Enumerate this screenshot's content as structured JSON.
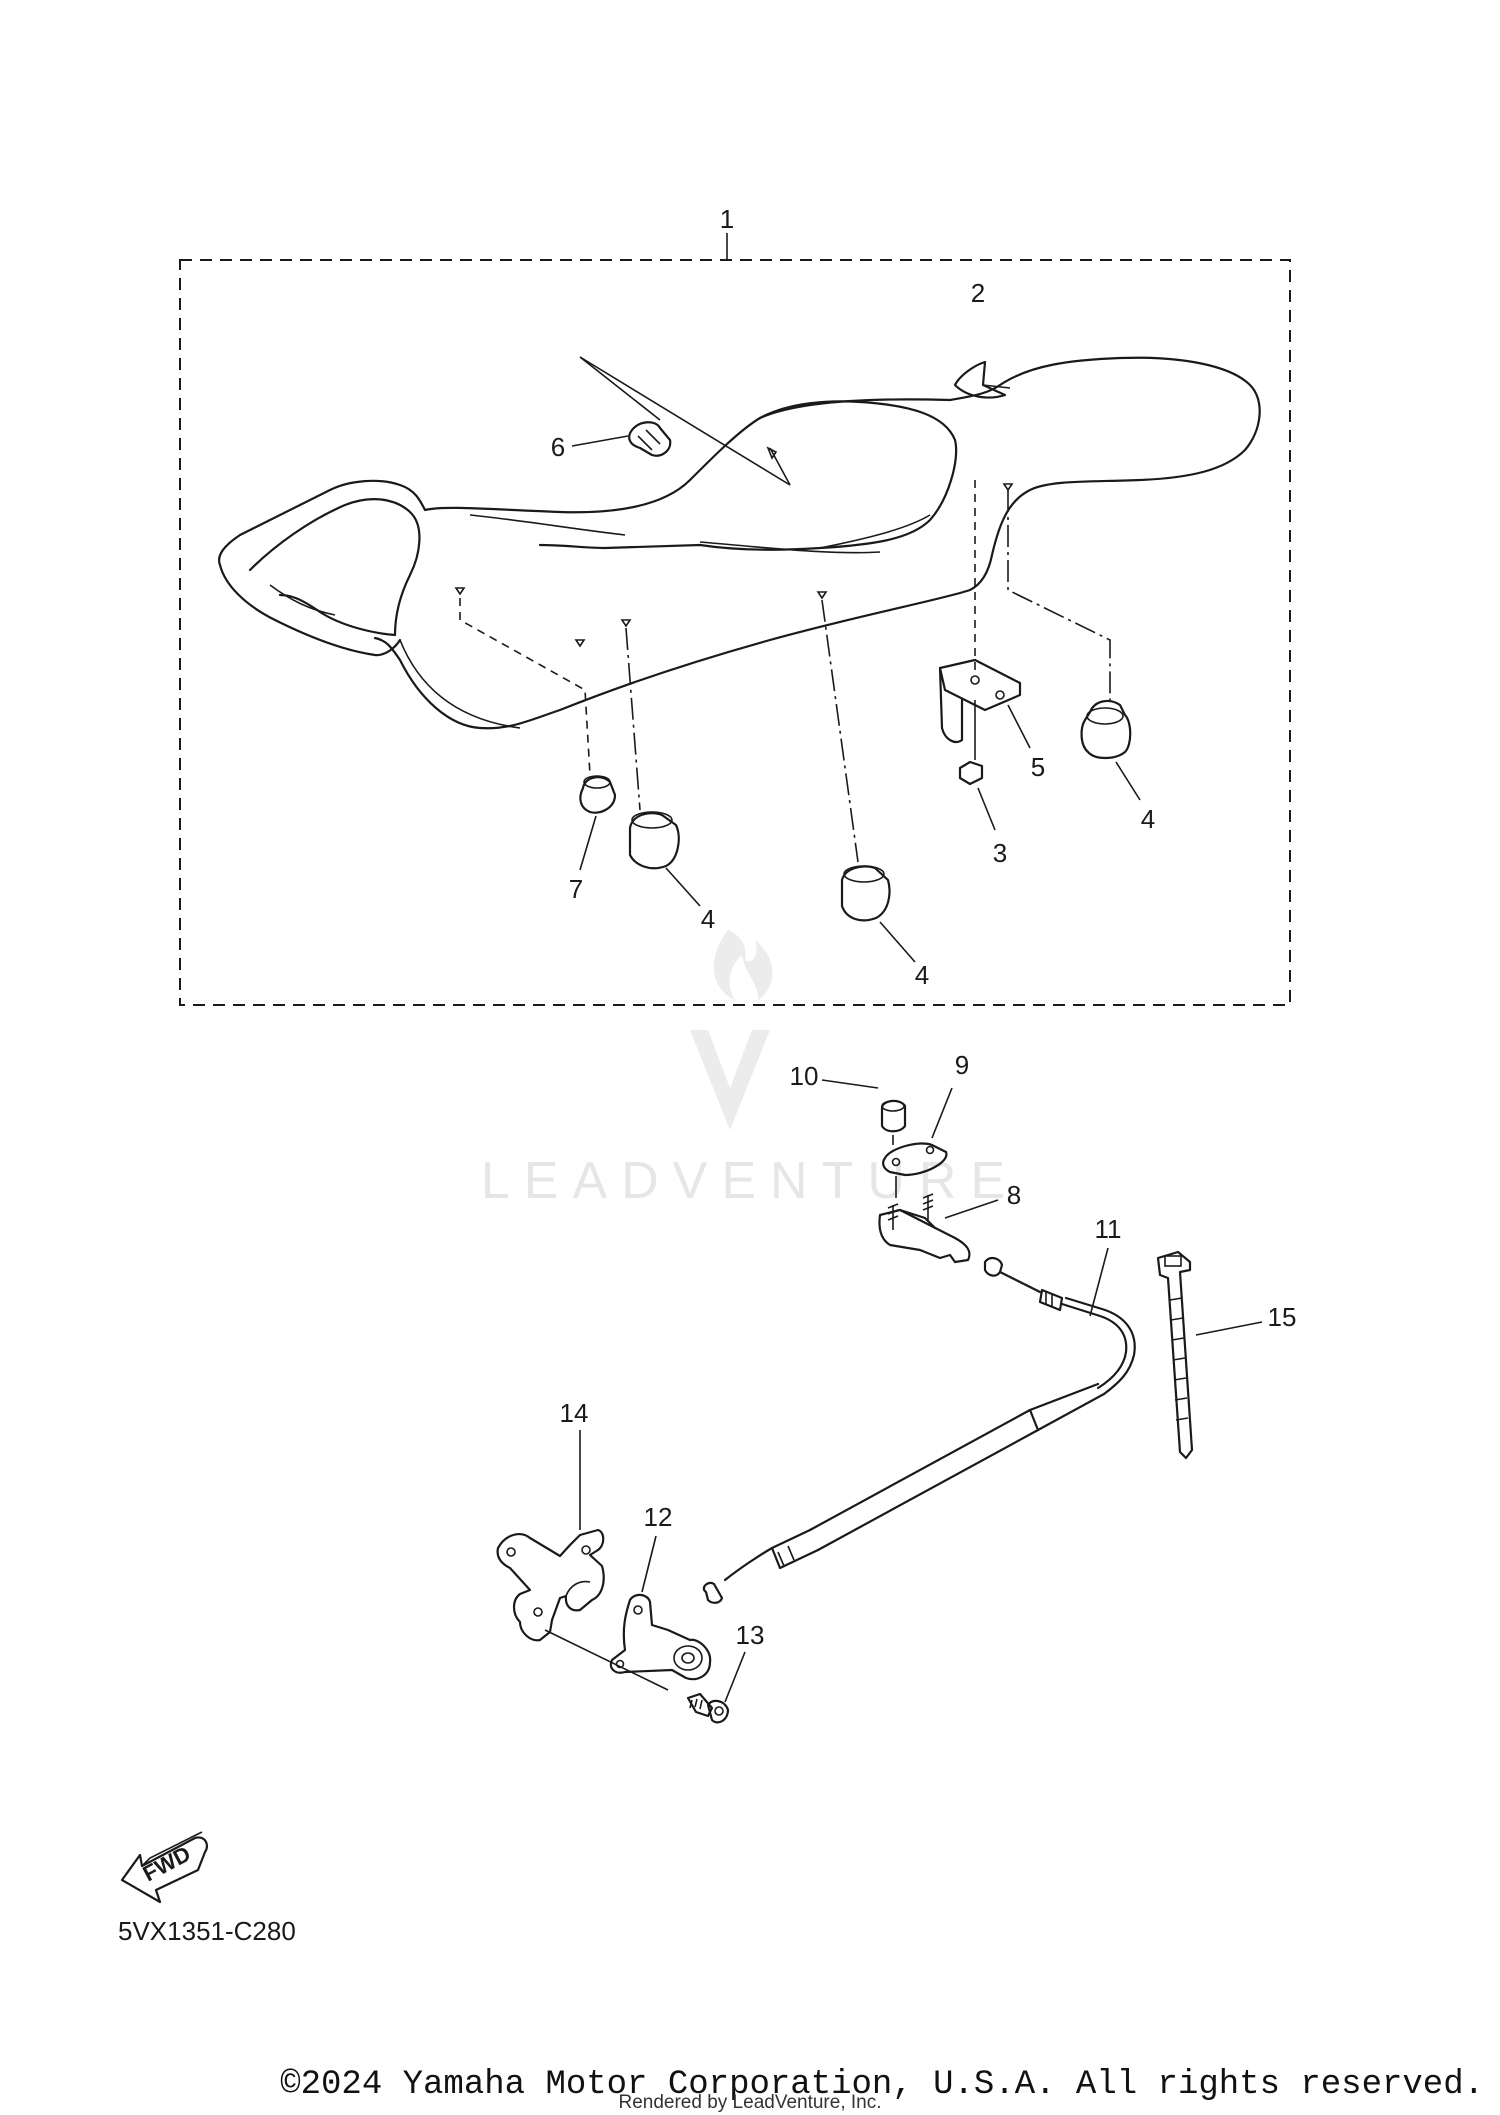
{
  "callouts": {
    "c1": "1",
    "c2": "2",
    "c3": "3",
    "c4a": "4",
    "c4b": "4",
    "c4c": "4",
    "c5": "5",
    "c6": "6",
    "c7": "7",
    "c8": "8",
    "c9": "9",
    "c10": "10",
    "c11": "11",
    "c12": "12",
    "c13": "13",
    "c14": "14",
    "c15": "15"
  },
  "fwd_label": "FWD",
  "diagram_code": "5VX1351-C280",
  "watermark": "LEADVENTURE",
  "copyright": "©2024 Yamaha Motor Corporation, U.S.A. All rights reserved.",
  "rendered_by": "Rendered by LeadVenture, Inc."
}
